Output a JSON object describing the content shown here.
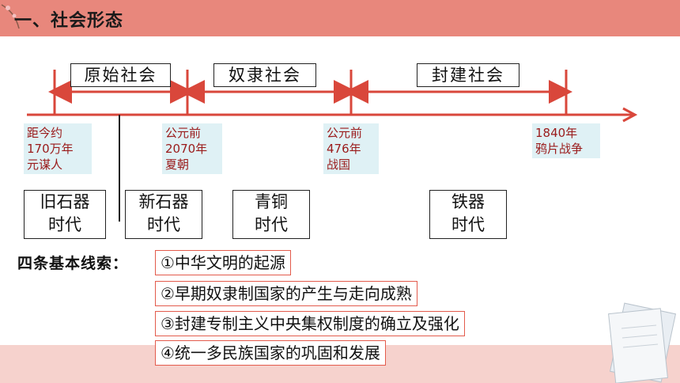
{
  "header": {
    "title": "一、社会形态",
    "color": "#e8877c"
  },
  "periods": [
    "原始社会",
    "奴隶社会",
    "封建社会"
  ],
  "dates": [
    [
      "距今约",
      "170万年",
      "元谋人"
    ],
    [
      "公元前",
      "2070年",
      "夏朝"
    ],
    [
      "公元前",
      "476年",
      "战国"
    ],
    [
      "1840年",
      "鸦片战争"
    ]
  ],
  "ages": [
    [
      "旧石器",
      "时代"
    ],
    [
      "新石器",
      "时代"
    ],
    [
      "青铜",
      "时代"
    ],
    [
      "铁器",
      "时代"
    ]
  ],
  "clues": {
    "heading": "四条基本线索：",
    "items": [
      "①中华文明的起源",
      "②早期奴隶制国家的产生与走向成熟",
      "③封建专制主义中央集权制度的确立及强化",
      "④统一多民族国家的巩固和发展"
    ]
  },
  "colors": {
    "arrow": "#d9473b",
    "date_text": "#9a1a1a",
    "date_bg": "#dff1f5",
    "clue_border": "#e35b4c"
  }
}
